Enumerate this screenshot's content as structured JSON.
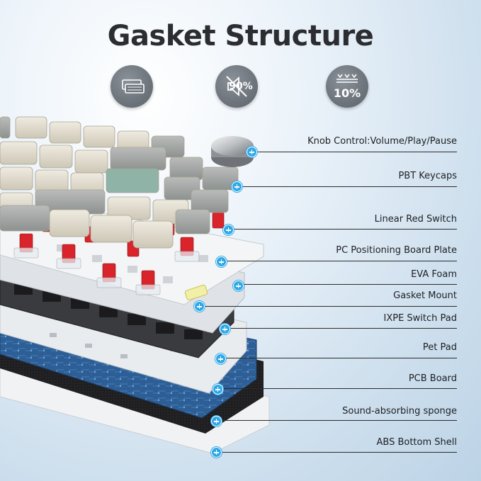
{
  "title": "Gasket Structure",
  "badges": [
    {
      "icon": "keyboard-icon"
    },
    {
      "icon": "muted-speaker-icon",
      "text": "90%"
    },
    {
      "icon": "compress-arrows-icon",
      "text": "10%"
    }
  ],
  "layers": [
    {
      "label": "Knob Control:Volume/Play/Pause"
    },
    {
      "label": "PBT Keycaps"
    },
    {
      "label": "Linear Red Switch"
    },
    {
      "label": "PC Positioning Board Plate"
    },
    {
      "label": "EVA Foam"
    },
    {
      "label": "Gasket Mount"
    },
    {
      "label": "IXPE Switch Pad"
    },
    {
      "label": "Pet Pad"
    },
    {
      "label": "PCB Board"
    },
    {
      "label": "Sound-absorbing sponge"
    },
    {
      "label": "ABS Bottom Shell"
    }
  ],
  "colors": {
    "accent": "#2ea8e6",
    "keycap_light": "#e6e1d3",
    "keycap_grey": "#a9aca9",
    "keycap_green": "#8fb3a6",
    "switch_red": "#d9242b",
    "pcb_blue": "#2d5f96",
    "plate_dark": "#2e2f31"
  }
}
